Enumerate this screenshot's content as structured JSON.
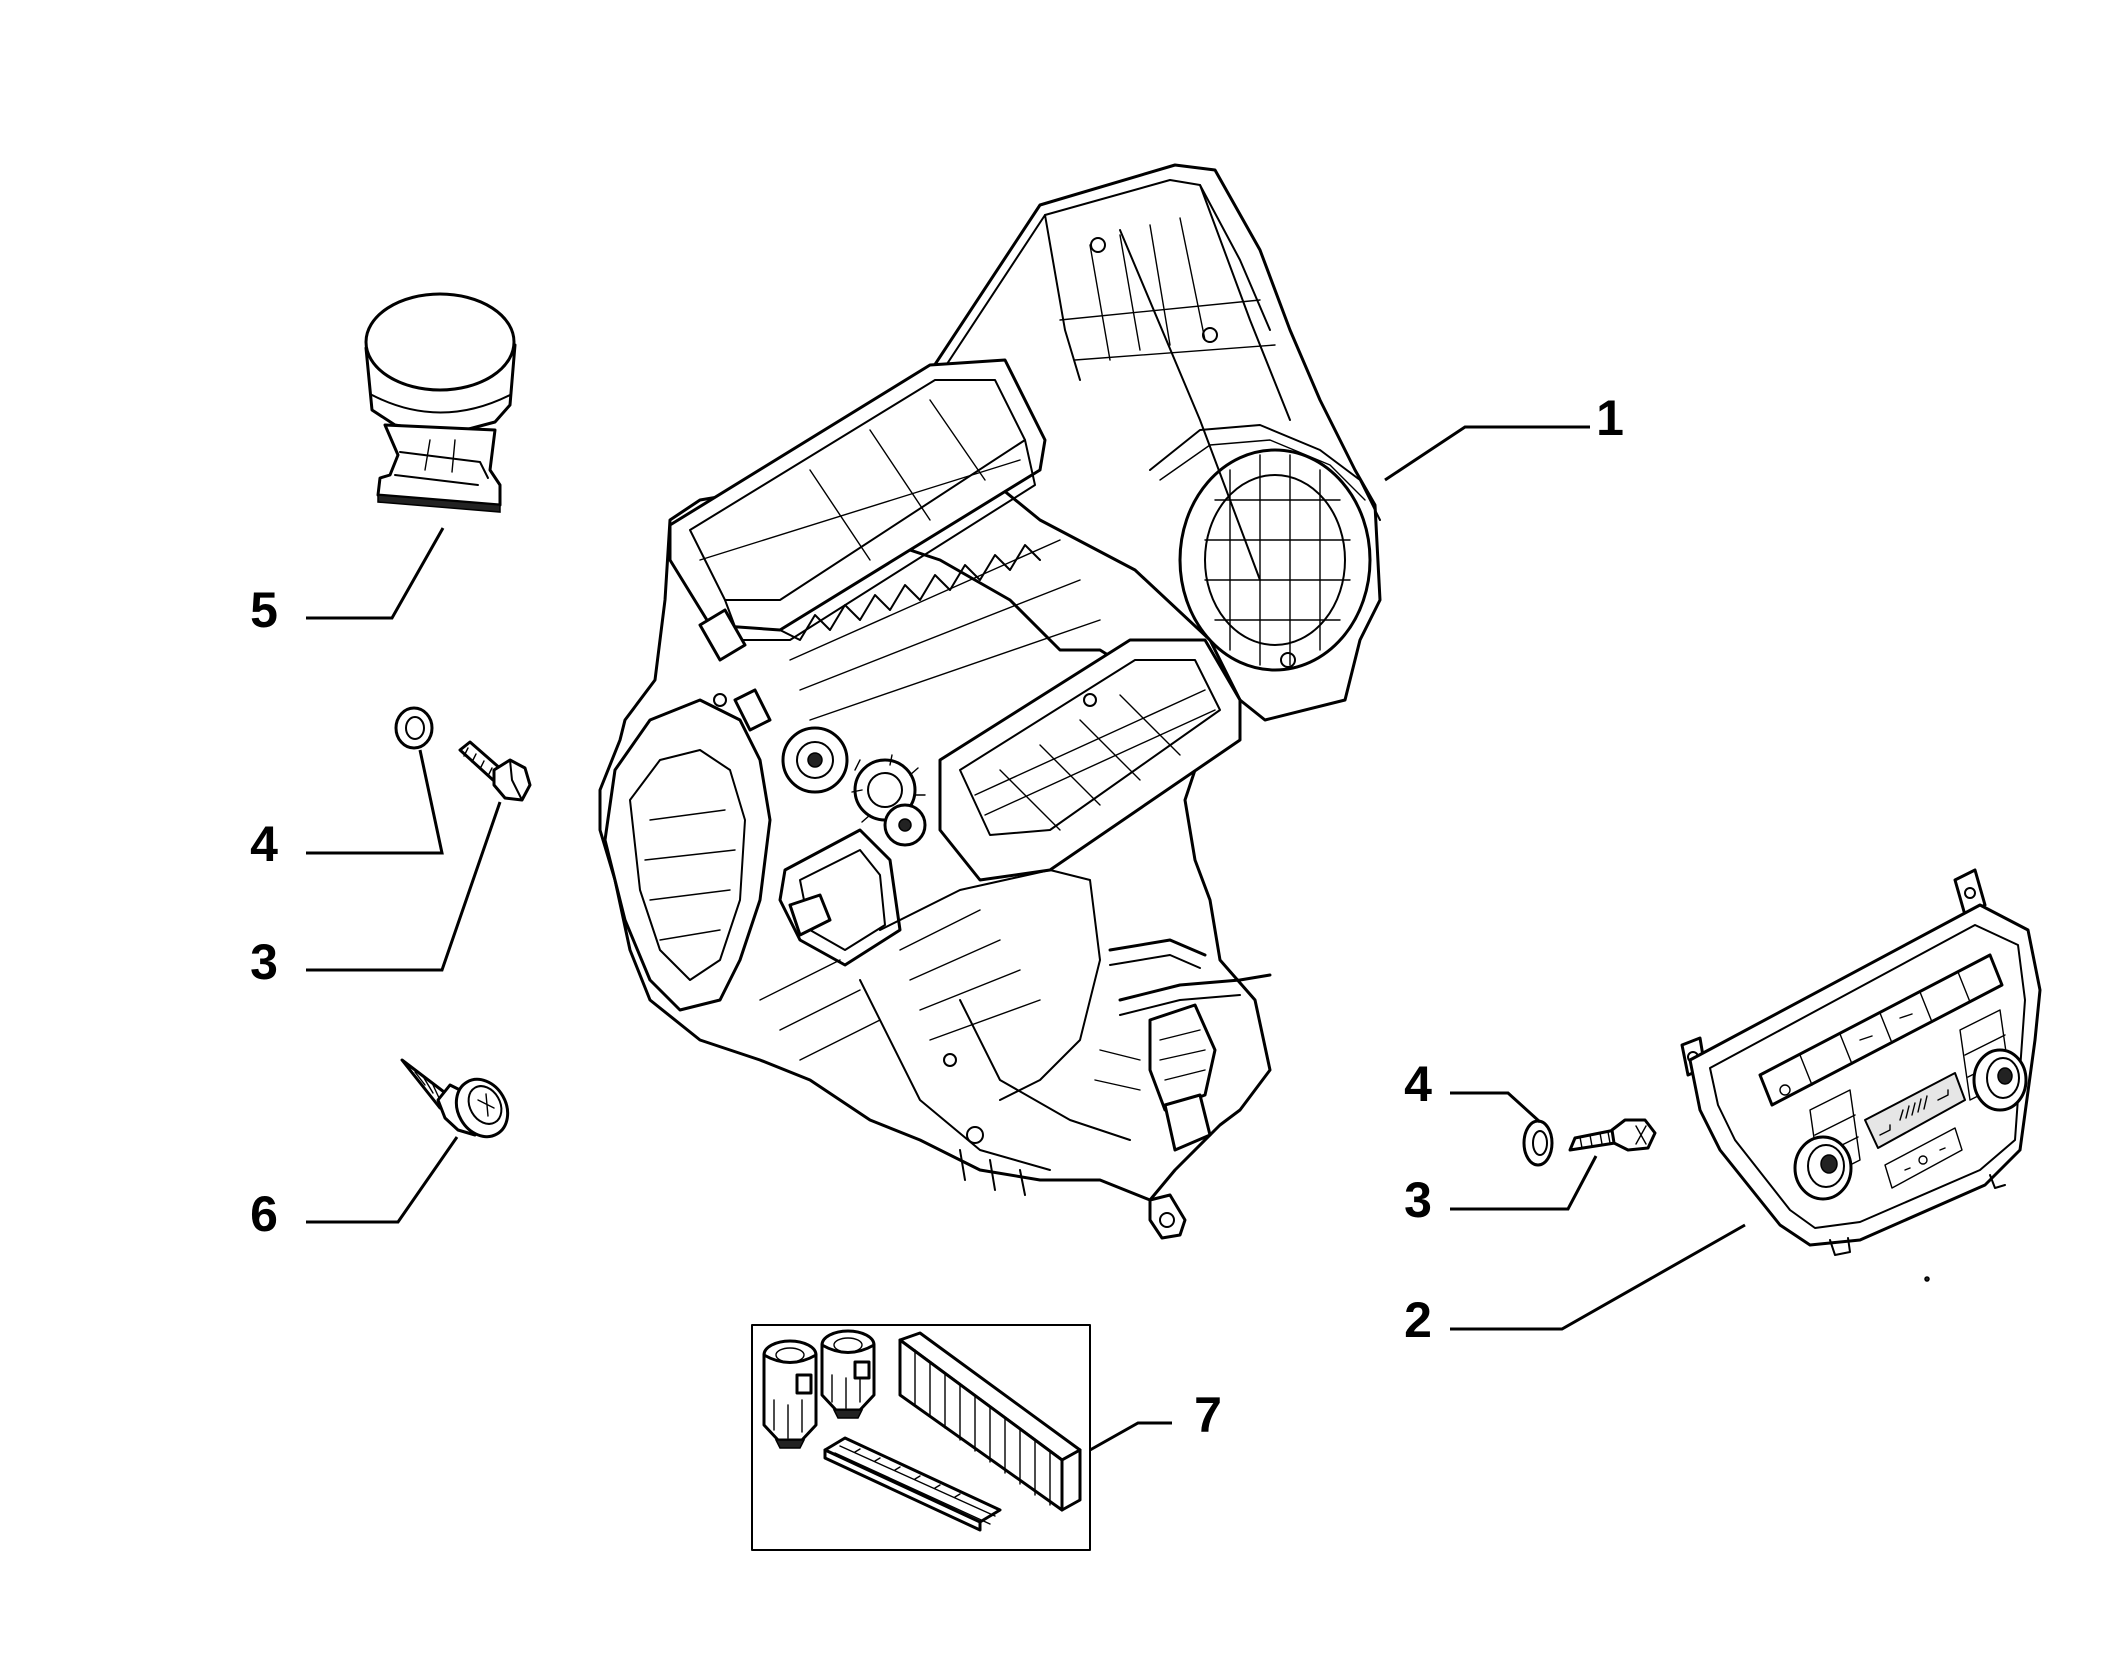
{
  "callouts": {
    "c1": "1",
    "c2": "2",
    "c3a": "3",
    "c3b": "3",
    "c4a": "4",
    "c4b": "4",
    "c5": "5",
    "c6": "6",
    "c7": "7"
  },
  "colors": {
    "ink": "#000000",
    "background": "#ffffff"
  },
  "parts": [
    {
      "callout": "1",
      "icon": "hvac-housing-unit-icon"
    },
    {
      "callout": "2",
      "icon": "climate-control-panel-icon"
    },
    {
      "callout": "3",
      "icon": "bolt-icon"
    },
    {
      "callout": "4",
      "icon": "washer-icon"
    },
    {
      "callout": "5",
      "icon": "blower-cap-icon"
    },
    {
      "callout": "6",
      "icon": "self-tapping-screw-icon"
    },
    {
      "callout": "7",
      "icon": "filter-kit-icon"
    }
  ]
}
